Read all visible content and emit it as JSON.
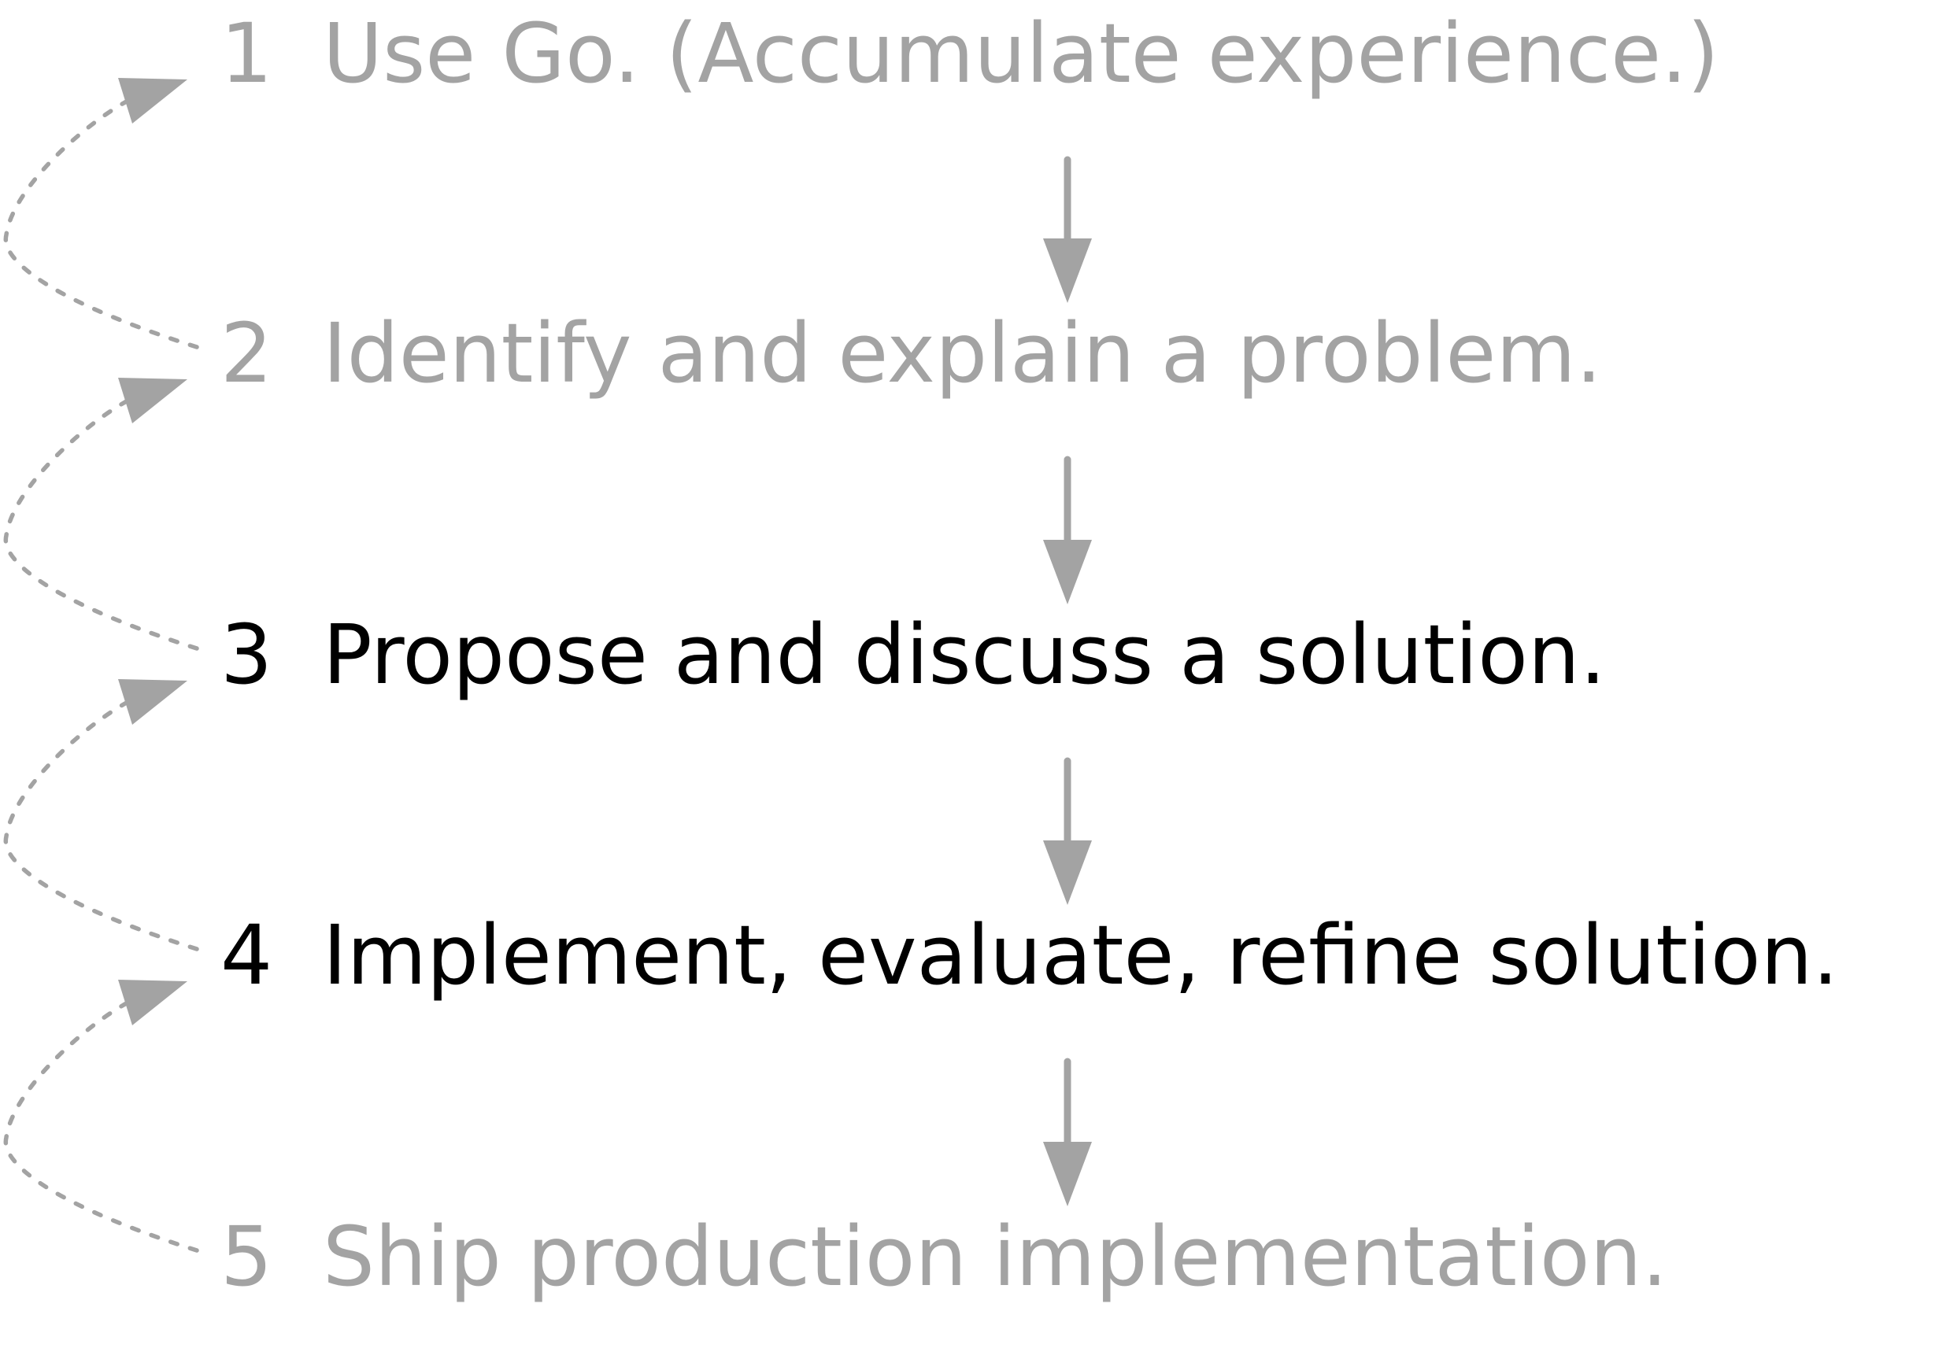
{
  "colors": {
    "muted": "#a3a3a3",
    "active": "#000000",
    "connector": "#a3a3a3",
    "background": "#ffffff"
  },
  "steps": [
    {
      "number": "1",
      "label": "Use Go. (Accumulate experience.)",
      "state": "muted"
    },
    {
      "number": "2",
      "label": "Identify and explain a problem.",
      "state": "muted"
    },
    {
      "number": "3",
      "label": "Propose and discuss a solution.",
      "state": "active"
    },
    {
      "number": "4",
      "label": "Implement, evaluate, refine solution.",
      "state": "active"
    },
    {
      "number": "5",
      "label": "Ship production implementation.",
      "state": "muted"
    }
  ],
  "forward_arrows": [
    {
      "from": "1",
      "to": "2"
    },
    {
      "from": "2",
      "to": "3"
    },
    {
      "from": "3",
      "to": "4"
    },
    {
      "from": "4",
      "to": "5"
    }
  ],
  "feedback_arrows": [
    {
      "from": "2",
      "to": "1"
    },
    {
      "from": "3",
      "to": "2"
    },
    {
      "from": "4",
      "to": "3"
    },
    {
      "from": "5",
      "to": "4"
    }
  ]
}
